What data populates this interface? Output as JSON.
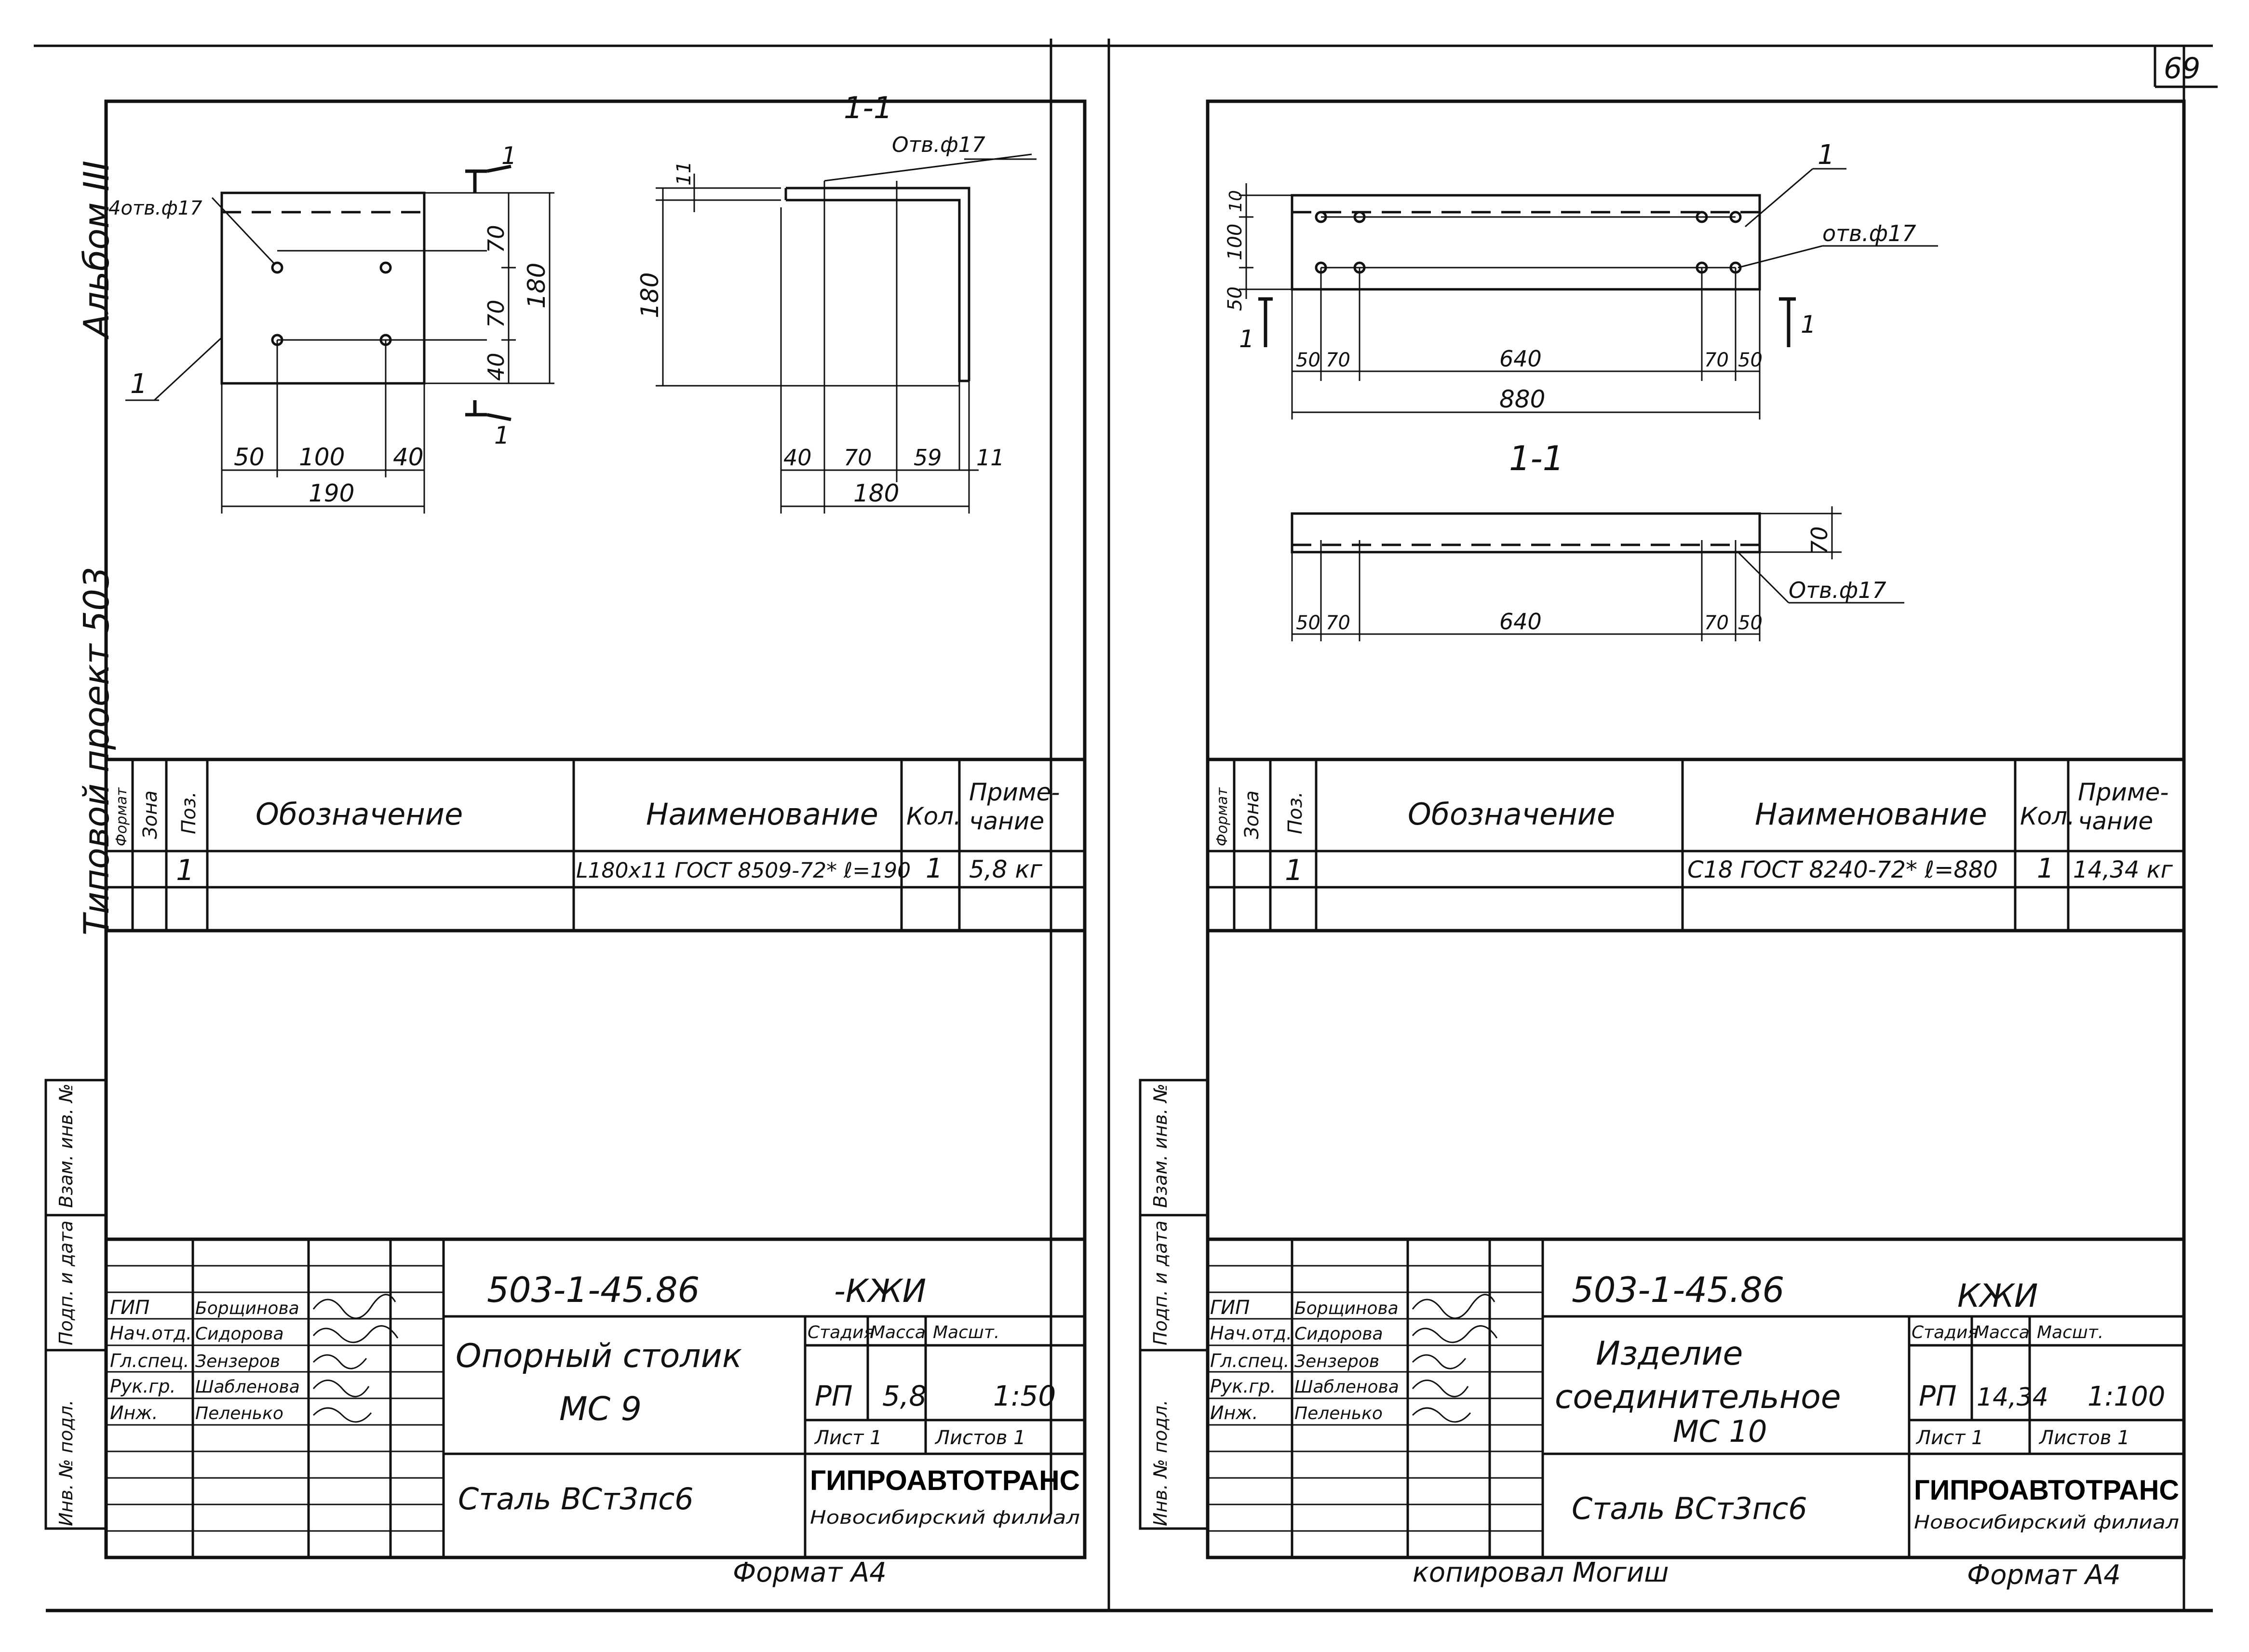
{
  "page_number": "69",
  "album": "Альбом III",
  "project": "Типовой проект 503",
  "spec_headers": {
    "format": "Формат",
    "zone": "Зона",
    "pos": "Поз.",
    "designation": "Обозначение",
    "name": "Наименование",
    "qty": "Кол.",
    "note_1": "Приме-",
    "note_2": "чание"
  },
  "side_labels": {
    "inv_subst": "Взам. инв. №",
    "sign_date": "Подп. и дата",
    "inv_orig": "Инв. № подл."
  },
  "left": {
    "drawing": {
      "section": "1-1",
      "hole_plate": "4отв.ф17",
      "hole_angle": "Отв.ф17",
      "pos": "1",
      "cut_mark": "1",
      "dims_plate_bottom": [
        "50",
        "100",
        "40"
      ],
      "dim_plate_total": "190",
      "dims_plate_right": [
        "70",
        "70",
        "40"
      ],
      "dim_plate_height": "180",
      "dim_angle_height": "180",
      "dim_angle_flange": "11",
      "dims_angle_bottom": [
        "40",
        "70",
        "59",
        "11"
      ],
      "dim_angle_total": "180"
    },
    "spec_row": {
      "pos": "1",
      "name": "L180x11 ГОСТ 8509-72* ℓ=190",
      "qty": "1",
      "note": "5,8 кг"
    },
    "title_block": {
      "code": "503-1-45.86",
      "suffix": "-КЖИ",
      "roles": [
        "ГИП",
        "Нач.отд.",
        "Гл.спец.",
        "Рук.гр.",
        "Инж."
      ],
      "people": [
        "Борщинова",
        "Сидорова",
        "Зензеров",
        "Шабленова",
        "Пеленько"
      ],
      "item_name_1": "Опорный столик",
      "item_name_2": "МС 9",
      "stage_h": "Стадия",
      "mass_h": "Масса",
      "scale_h": "Масшт.",
      "stage": "РП",
      "mass": "5,8",
      "scale": "1:50",
      "sheet": "Лист 1",
      "sheets": "Листов 1",
      "material": "Сталь ВСт3пс6",
      "org": "ГИПРОАВТОТРАНС",
      "branch": "Новосибирский филиал"
    },
    "format": "Формат А4"
  },
  "right": {
    "drawing": {
      "section": "1-1",
      "hole": "отв.ф17",
      "hole_section": "Отв.ф17",
      "pos": "1",
      "cut_mark": "1",
      "dims_left": [
        "10",
        "100",
        "50"
      ],
      "dims_bottom": [
        "50",
        "70",
        "640",
        "70",
        "50"
      ],
      "dim_total": "880",
      "dim_section_height": "70",
      "dims_section_bottom": [
        "50",
        "70",
        "640",
        "70",
        "50"
      ]
    },
    "spec_row": {
      "pos": "1",
      "name": "С18 ГОСТ 8240-72* ℓ=880",
      "qty": "1",
      "note": "14,34 кг"
    },
    "title_block": {
      "code": "503-1-45.86",
      "suffix": "КЖИ",
      "roles": [
        "ГИП",
        "Нач.отд.",
        "Гл.спец.",
        "Рук.гр.",
        "Инж."
      ],
      "people": [
        "Борщинова",
        "Сидорова",
        "Зензеров",
        "Шабленова",
        "Пеленько"
      ],
      "item_name_1": "Изделие",
      "item_name_2": "соединительное",
      "item_name_3": "МС 10",
      "stage_h": "Стадия",
      "mass_h": "Масса",
      "scale_h": "Масшт.",
      "stage": "РП",
      "mass": "14,34",
      "scale": "1:100",
      "sheet": "Лист 1",
      "sheets": "Листов 1",
      "material": "Сталь ВСт3пс6",
      "org": "ГИПРОАВТОТРАНС",
      "branch": "Новосибирский филиал"
    },
    "copied_by": "копировал Могиш",
    "format": "Формат А4"
  }
}
